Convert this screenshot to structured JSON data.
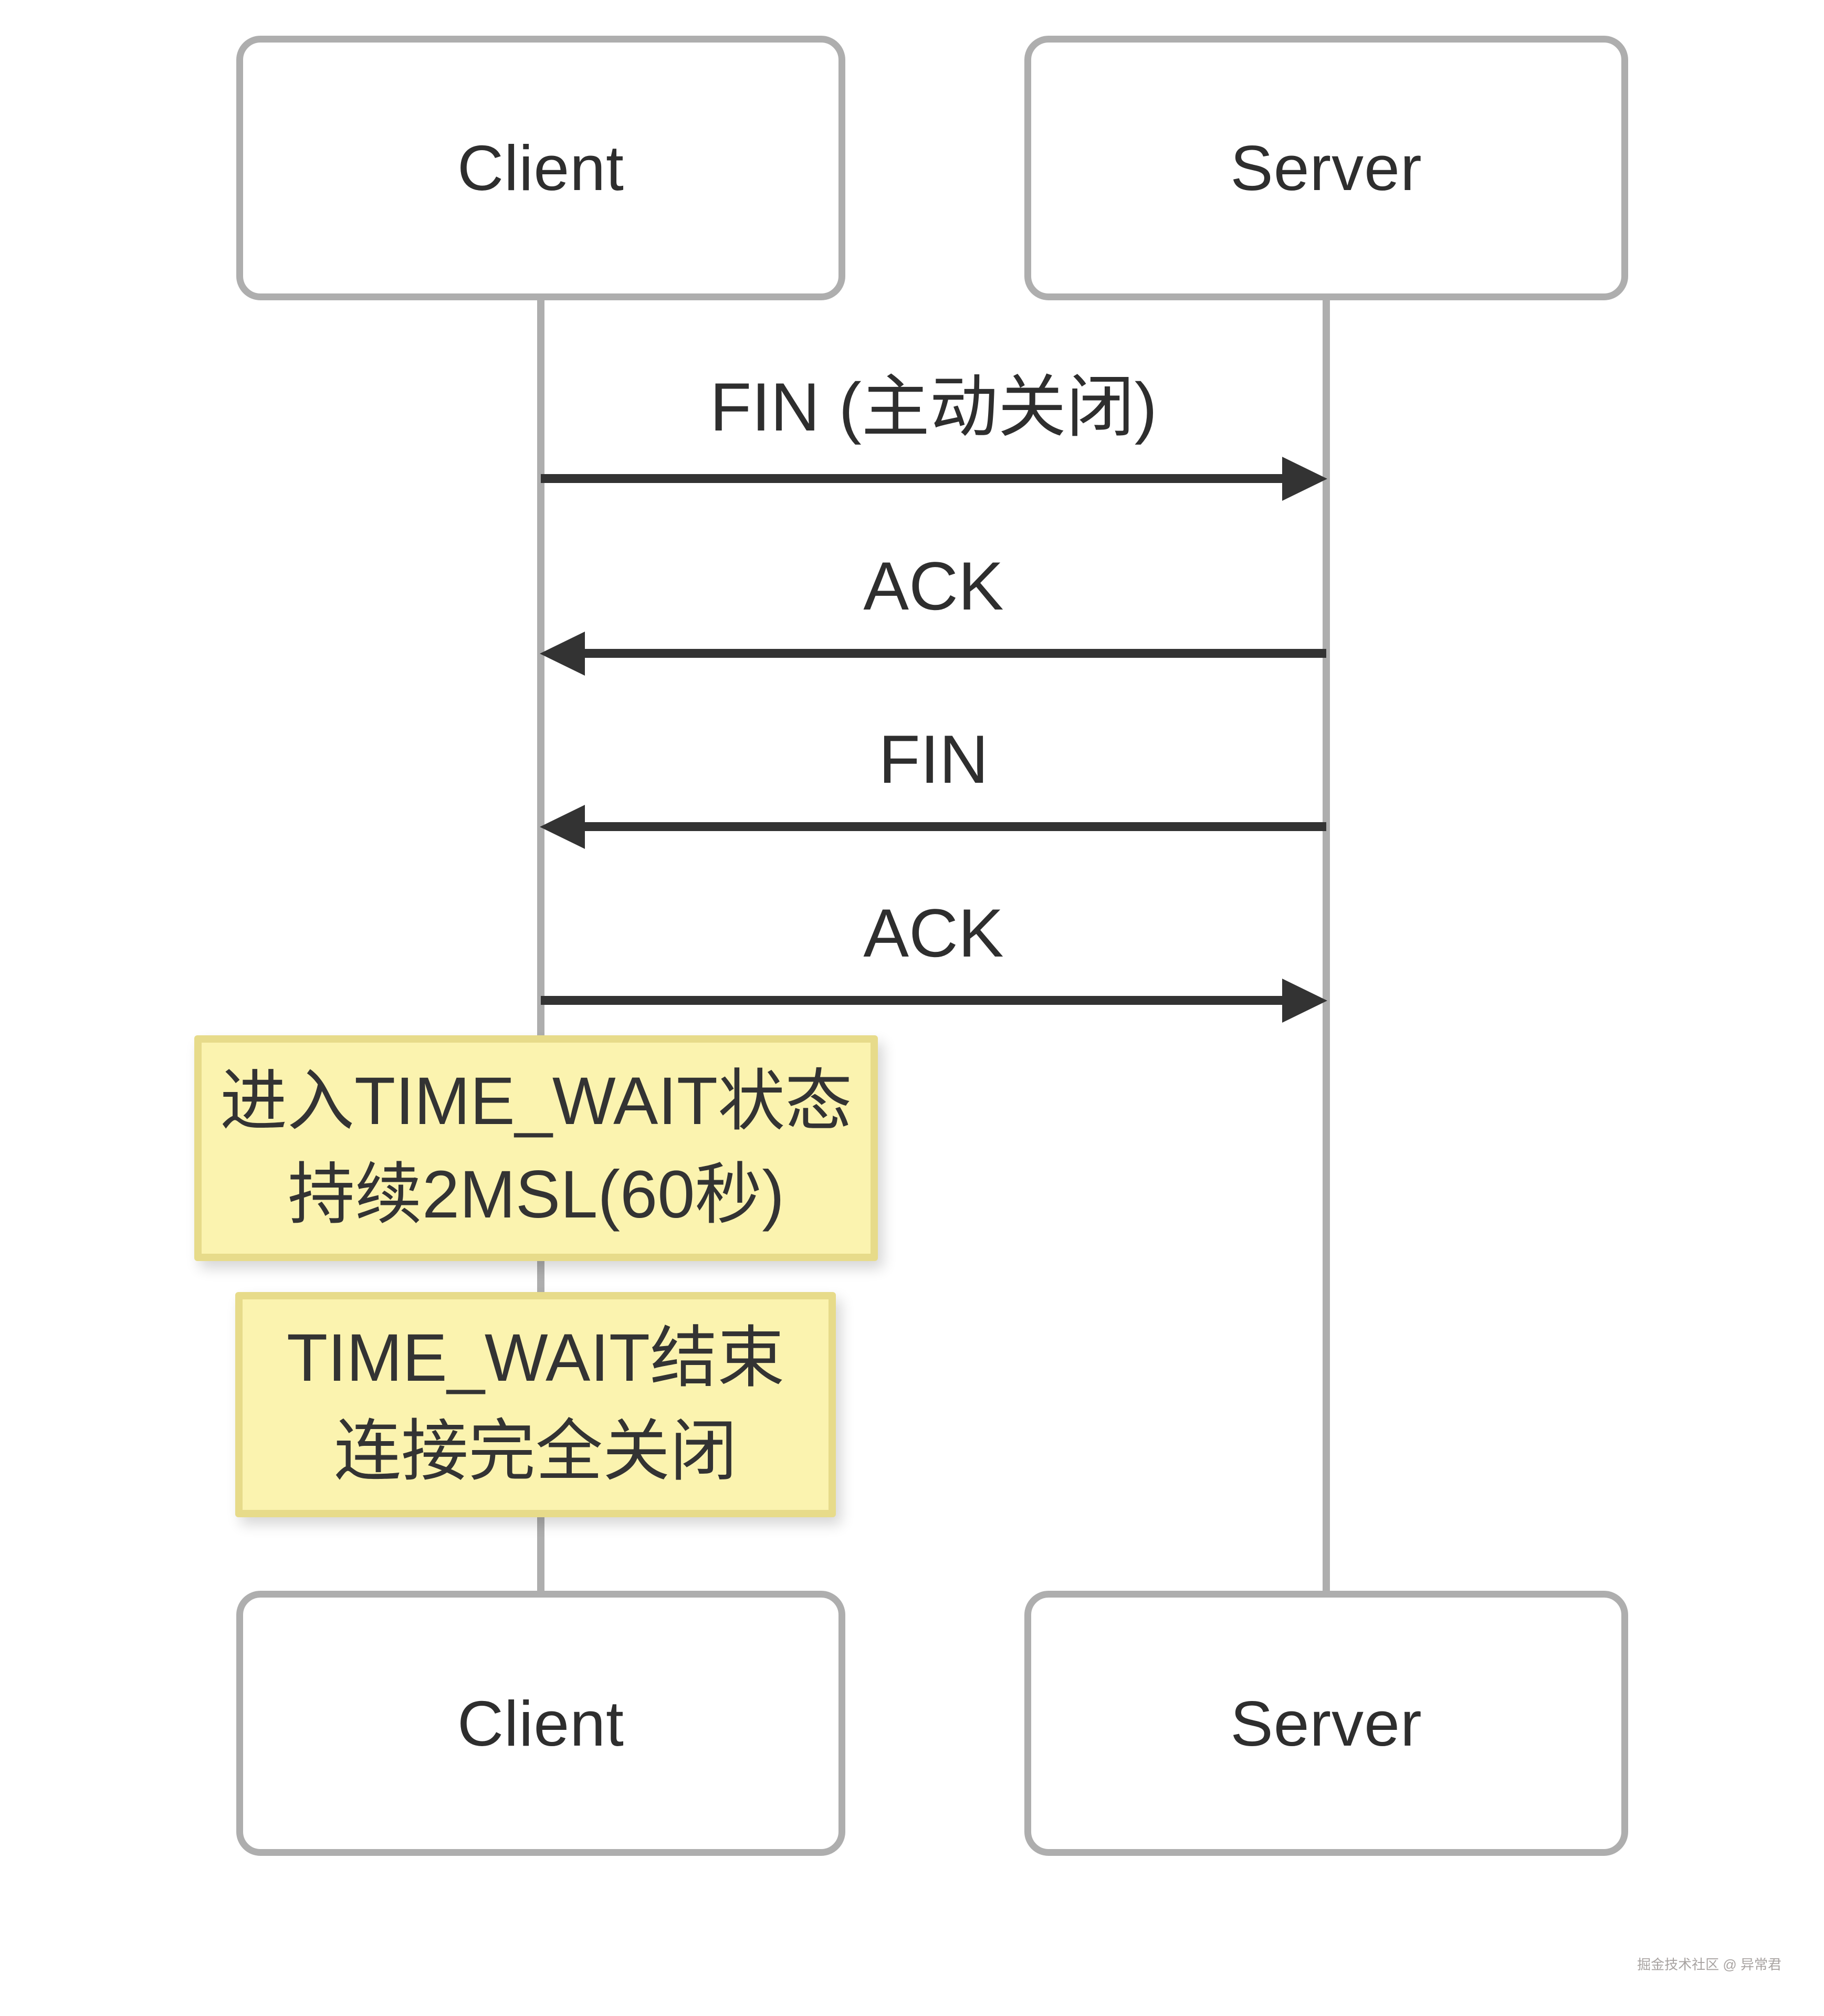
{
  "diagram": {
    "title_semantic": "TCP four-way close sequence with TIME_WAIT",
    "actors": [
      {
        "id": "client",
        "label": "Client"
      },
      {
        "id": "server",
        "label": "Server"
      }
    ],
    "messages": [
      {
        "from": "client",
        "to": "server",
        "direction": "right",
        "label": "FIN (主动关闭)"
      },
      {
        "from": "server",
        "to": "client",
        "direction": "left",
        "label": "ACK"
      },
      {
        "from": "server",
        "to": "client",
        "direction": "left",
        "label": "FIN"
      },
      {
        "from": "client",
        "to": "server",
        "direction": "right",
        "label": "ACK"
      }
    ],
    "notes": [
      {
        "over": "client",
        "lines": [
          "进入TIME_WAIT状态",
          "持续2MSL(60秒)"
        ]
      },
      {
        "over": "client",
        "lines": [
          "TIME_WAIT结束",
          "连接完全关闭"
        ]
      }
    ]
  },
  "footer": {
    "watermark": "掘金技术社区 @ 异常君"
  },
  "colors": {
    "ink": "#2e2e2e",
    "arrow": "#333333",
    "line_gray": "#aeaeae",
    "note_fill": "#fbf3af",
    "note_border": "#e7db8a",
    "watermark": "#a8a3a1",
    "bg": "#ffffff"
  }
}
